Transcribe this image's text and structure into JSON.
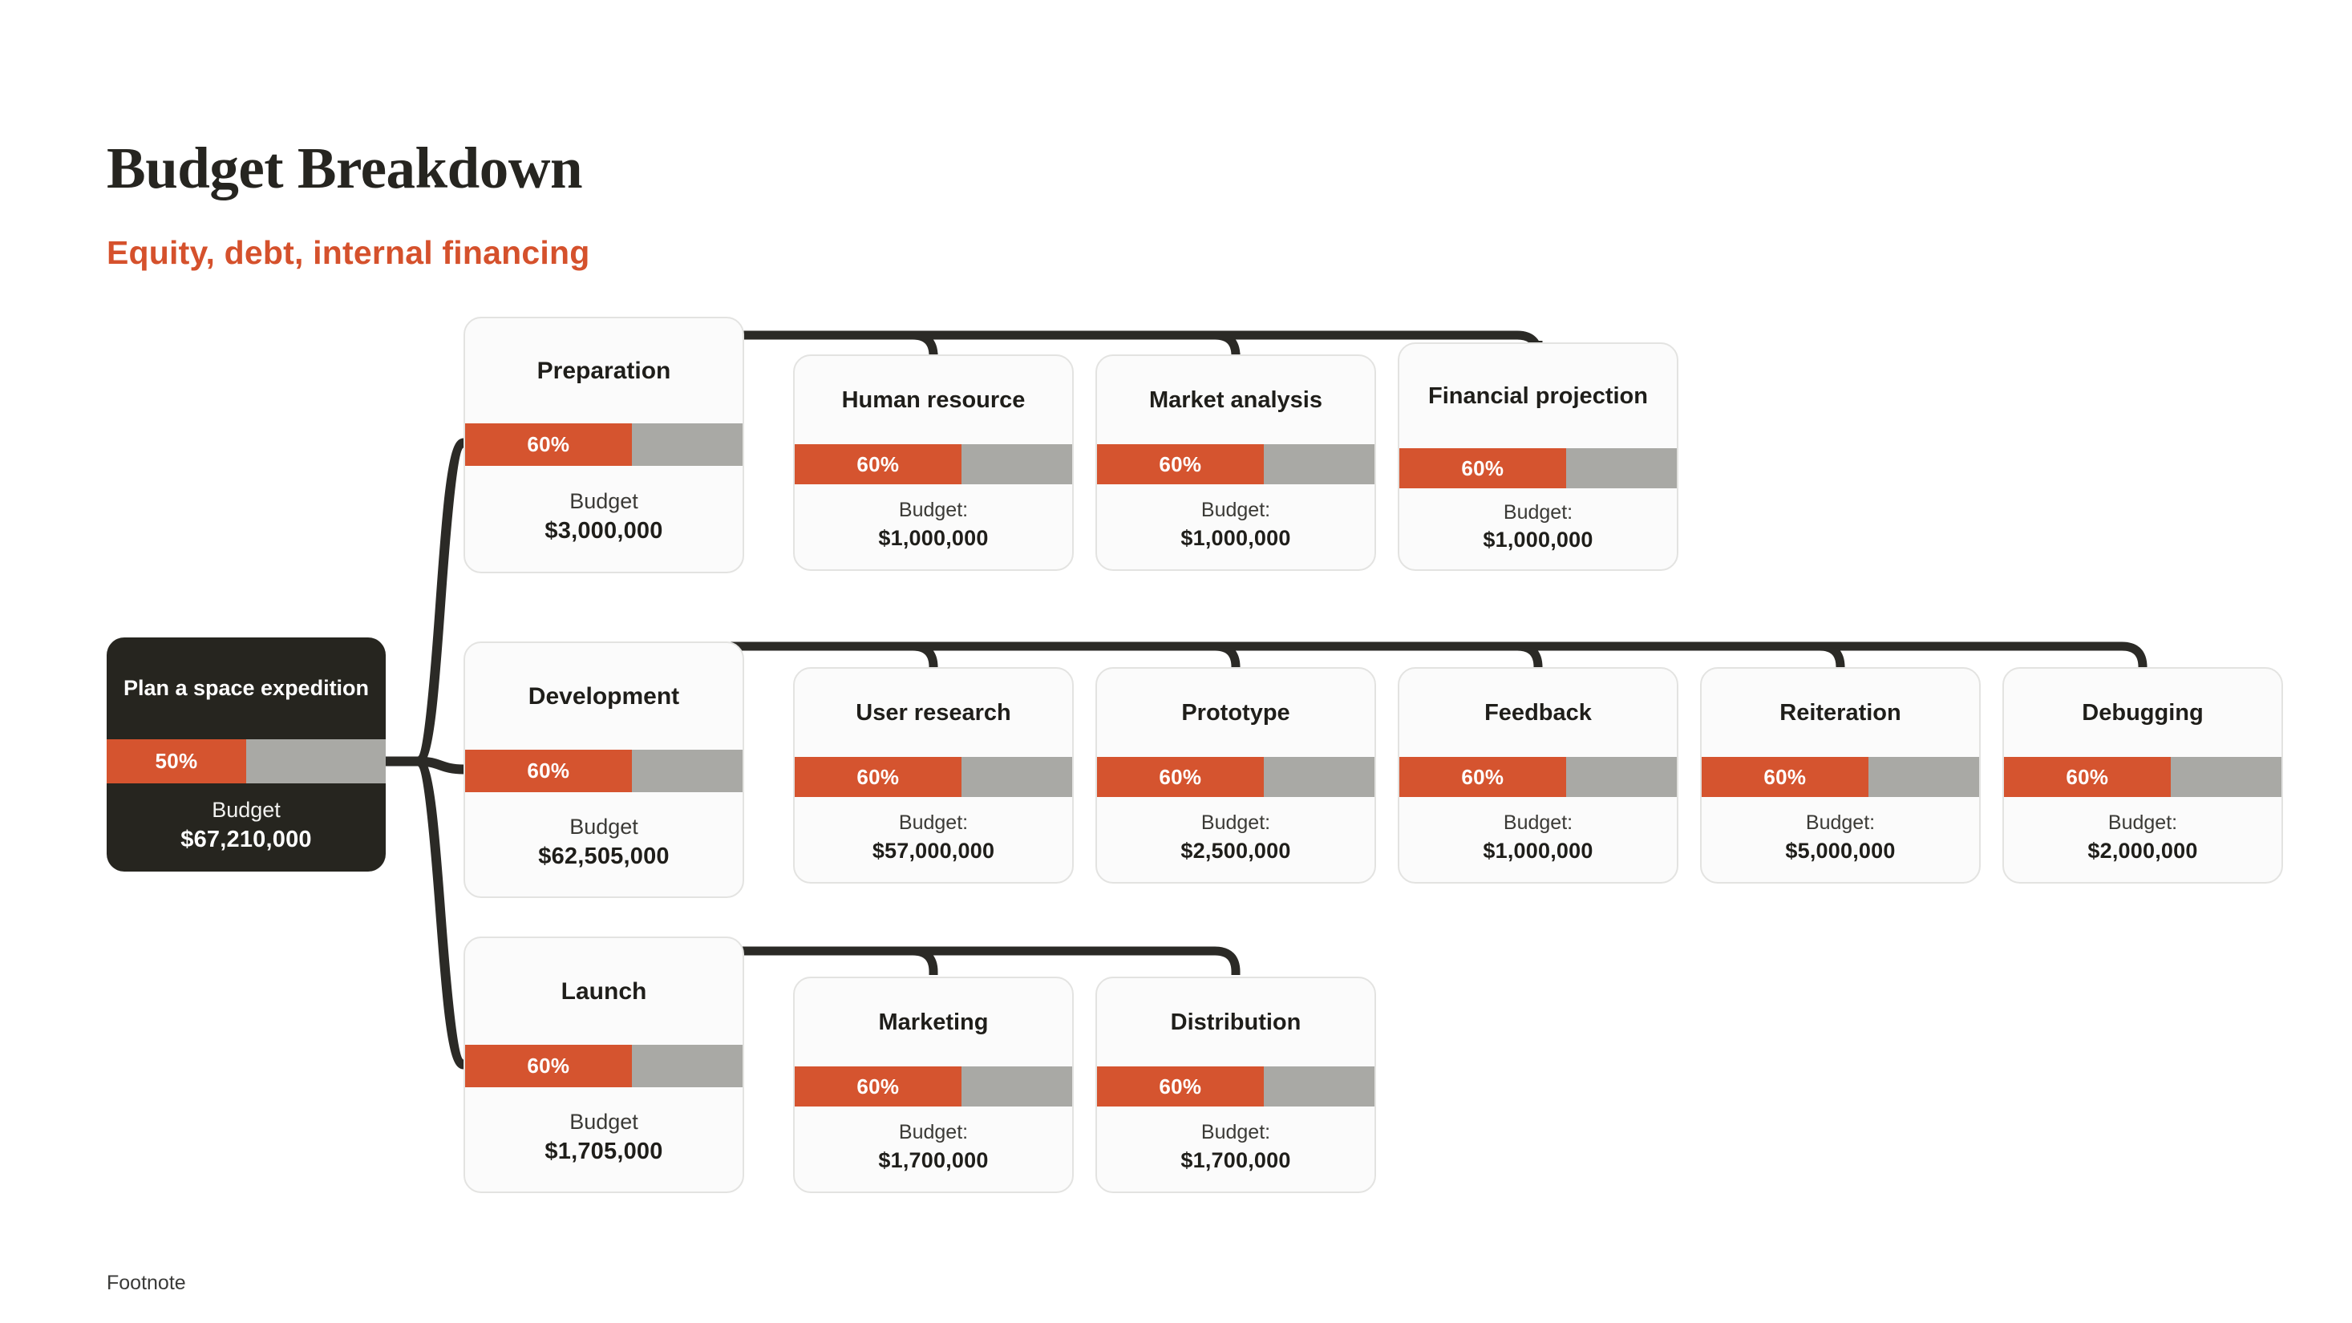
{
  "header": {
    "title": "Budget Breakdown",
    "subtitle": "Equity, debt, internal financing"
  },
  "footnote": "Footnote",
  "colors": {
    "accent_orange": "#D5542F",
    "bar_track_gray": "#A9A9A5",
    "root_dark": "#26251F",
    "connector": "#2B2A26",
    "card_bg": "#FBFBFB",
    "card_border": "#E3E3E1",
    "title_text": "#262520"
  },
  "chart_data": {
    "type": "diagram",
    "title": "Budget Breakdown",
    "subtitle": "Equity, debt, internal financing",
    "root": {
      "label": "Plan a space expedition",
      "percent": 50,
      "percent_label": "50%",
      "budget_label": "Budget",
      "budget_value": "$67,210,000"
    },
    "branches": [
      {
        "label": "Preparation",
        "percent": 60,
        "percent_label": "60%",
        "budget_label": "Budget",
        "budget_value": "$3,000,000",
        "children": [
          {
            "label": "Human resource",
            "percent": 60,
            "percent_label": "60%",
            "budget_label": "Budget:",
            "budget_value": "$1,000,000"
          },
          {
            "label": "Market analysis",
            "percent": 60,
            "percent_label": "60%",
            "budget_label": "Budget:",
            "budget_value": "$1,000,000"
          },
          {
            "label": "Financial projection",
            "percent": 60,
            "percent_label": "60%",
            "budget_label": "Budget:",
            "budget_value": "$1,000,000"
          }
        ]
      },
      {
        "label": "Development",
        "percent": 60,
        "percent_label": "60%",
        "budget_label": "Budget",
        "budget_value": "$62,505,000",
        "children": [
          {
            "label": "User research",
            "percent": 60,
            "percent_label": "60%",
            "budget_label": "Budget:",
            "budget_value": "$57,000,000"
          },
          {
            "label": "Prototype",
            "percent": 60,
            "percent_label": "60%",
            "budget_label": "Budget:",
            "budget_value": "$2,500,000"
          },
          {
            "label": "Feedback",
            "percent": 60,
            "percent_label": "60%",
            "budget_label": "Budget:",
            "budget_value": "$1,000,000"
          },
          {
            "label": "Reiteration",
            "percent": 60,
            "percent_label": "60%",
            "budget_label": "Budget:",
            "budget_value": "$5,000,000"
          },
          {
            "label": "Debugging",
            "percent": 60,
            "percent_label": "60%",
            "budget_label": "Budget:",
            "budget_value": "$2,000,000"
          }
        ]
      },
      {
        "label": "Launch",
        "percent": 60,
        "percent_label": "60%",
        "budget_label": "Budget",
        "budget_value": "$1,705,000",
        "children": [
          {
            "label": "Marketing",
            "percent": 60,
            "percent_label": "60%",
            "budget_label": "Budget:",
            "budget_value": "$1,700,000"
          },
          {
            "label": "Distribution",
            "percent": 60,
            "percent_label": "60%",
            "budget_label": "Budget:",
            "budget_value": "$1,700,000"
          }
        ]
      }
    ]
  }
}
